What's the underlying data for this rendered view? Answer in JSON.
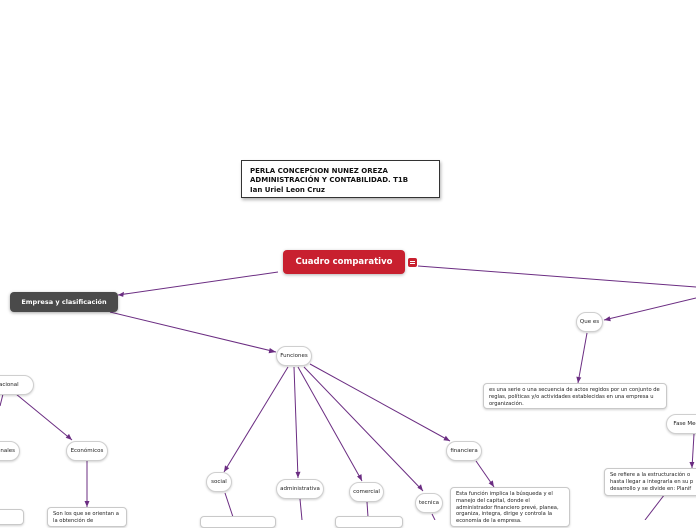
{
  "title_box": {
    "lines": "PERLA CONCEPCION NUNEZ OREZA\nADMINISTRACIÓN Y CONTABILIDAD. T1B\nIan Uriel Leon Cruz"
  },
  "central": {
    "label": "Cuadro comparativo"
  },
  "branch_empresa": {
    "label": "Empresa y clasificación"
  },
  "nodes": {
    "funciones": "Funciones",
    "social": "social",
    "administrativa": "administrativa",
    "comercial": "comercial",
    "tecnica": "tecnica",
    "financiera": "financiera",
    "que_es": "Que es",
    "fase_mec": "Fase Mec",
    "economicos": "Económicos",
    "nacional_partial": "acional",
    "onales_partial": "onales"
  },
  "texts": {
    "financiera_desc": "Esta función implica la búsqueda y el manejo del capital, donde el administrador financiero prevé, planea, organiza, integra, dirige y controla la economía de la empresa.",
    "que_es_desc": "es una serie o una secuencia de actos regidos por un conjunto de reglas, políticas y/o actividades establecidas en una empresa u organización.",
    "fase_mec_desc": "Se refiere a la estructuración o hasta llegar a integrarla en su p desarrollo y se divide en: Planif",
    "economicos_desc": "Son los que se orientan a la obtención de"
  },
  "colors": {
    "edge": "#6b2d82",
    "central": "#c8202f",
    "branch": "#4a4a4a"
  }
}
